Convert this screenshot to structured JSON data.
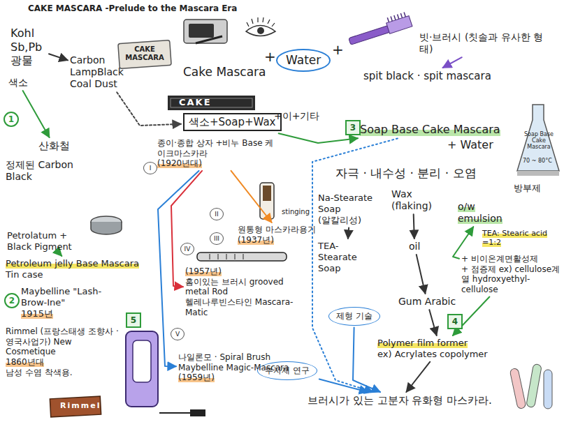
{
  "diagram": {
    "title": "CAKE MASCARA -Prelude to the Mascara Era",
    "nodes": [
      {
        "text": [
          "Kohl Sb,Pb 광물"
        ]
      },
      {
        "text": [
          "Carbon LampBlack Coal Dust"
        ]
      },
      {
        "text": [
          "색소"
        ]
      },
      {
        "text": [
          "산화철"
        ]
      },
      {
        "text": [
          "정제된 Carbon Black"
        ]
      },
      {
        "text": [
          "Cake Mascara"
        ]
      },
      {
        "text": [
          "Water"
        ]
      },
      {
        "text": [
          "빗·브러시 (칫솔과 유사한 형태)"
        ]
      },
      {
        "text": [
          "spit black · spit mascara"
        ]
      },
      {
        "text": [
          "색소+Soap+Wax"
        ]
      },
      {
        "text": [
          "종이·종합 상자 +비누 Base 케이크마스카라",
          "(1920년대)"
        ]
      },
      {
        "text": [
          "Soap Base Cake Mascara"
        ]
      },
      {
        "text": [
          "+ Water"
        ]
      },
      {
        "text": [
          "자극 · 내수성 · 분리 · 오염"
        ]
      },
      {
        "text": [
          "Na-Stearate Soap",
          "(알칼리성)"
        ]
      },
      {
        "text": [
          "TEA-Stearate Soap"
        ]
      },
      {
        "text": [
          "Wax (flaking)"
        ]
      },
      {
        "text": [
          "oil"
        ]
      },
      {
        "text": [
          "Gum Arabic"
        ]
      },
      {
        "text": [
          "Polymer film former",
          "ex) Acrylates copolymer"
        ]
      },
      {
        "text": [
          "o/w emulsion"
        ]
      },
      {
        "text": [
          "TEA: Stearic acid =1:2"
        ]
      },
      {
        "text": [
          "+ 비이온계면활성제",
          "+ 점증제 ex) cellulose계열 hydroxyethyl-cellulose"
        ]
      },
      {
        "text": [
          "방부제"
        ]
      },
      {
        "text": [
          "제형 기술"
        ]
      },
      {
        "text": [
          "부자재 연구"
        ]
      },
      {
        "text": [
          "브러시가 있는 고분자 유화형 마스카라."
        ]
      },
      {
        "text": [
          "Petrolatum + Black Pigment"
        ]
      },
      {
        "text": [
          "Petroleum jelly Base Mascara",
          "Tin case"
        ]
      },
      {
        "text": [
          "Maybelline \"Lash-Brow-Ine\"",
          "1915년"
        ]
      },
      {
        "text": [
          "Rimmel (프랑스태생 조향사 · 영국사업가) New Cosmetique",
          "1860년대",
          "남성 수염 착색용."
        ]
      },
      {
        "text": [
          "원통형 마스카라용기",
          "(1937년)"
        ]
      },
      {
        "text": [
          "(1957년)",
          "홈이있는 브러시 grooved metal Rod",
          "헬레나루빈스타인 Mascara-Matic"
        ]
      },
      {
        "text": [
          "나일론모 · Spiral Brush",
          "Maybelline Magic-Mascara",
          "(1959년)"
        ]
      }
    ],
    "edges": [
      {
        "from": 0,
        "to": 1,
        "arrow": "to"
      },
      {
        "from": 1,
        "to": 9,
        "arrow": "to"
      },
      {
        "from": 2,
        "to": 3,
        "arrow": "to"
      },
      {
        "from": 7,
        "to": 8,
        "arrow": "to"
      },
      {
        "from": 9,
        "to": 11,
        "arrow": "to"
      },
      {
        "from": 14,
        "to": 15,
        "arrow": "to"
      },
      {
        "from": 16,
        "to": 17,
        "arrow": "to"
      },
      {
        "from": 17,
        "to": 18,
        "arrow": "to"
      },
      {
        "from": 18,
        "to": 19,
        "arrow": "to"
      },
      {
        "from": 22,
        "to": 19,
        "arrow": "to"
      },
      {
        "from": 22,
        "to": 20,
        "arrow": "to"
      },
      {
        "from": 11,
        "to": 26,
        "arrow": "to"
      },
      {
        "from": 24,
        "to": 26,
        "arrow": "to"
      },
      {
        "from": 25,
        "to": 26,
        "arrow": "to"
      },
      {
        "from": 19,
        "to": 26,
        "arrow": "to"
      },
      {
        "from": 27,
        "to": 28,
        "arrow": "to"
      },
      {
        "from": 10,
        "to": 31,
        "arrow": "to"
      },
      {
        "from": 10,
        "to": 32,
        "arrow": "to"
      },
      {
        "from": 10,
        "to": 33,
        "arrow": "to"
      }
    ],
    "labels": [
      "CAKE MASCARA",
      "+",
      "+",
      "CAKE",
      "+이+기타",
      "1",
      "2",
      "3",
      "4",
      "5",
      "I",
      "II",
      "III",
      "IV",
      "V",
      "stinging",
      "Soap Base Cake Mascara",
      "70 ~ 80°C",
      "Rimmel"
    ]
  }
}
